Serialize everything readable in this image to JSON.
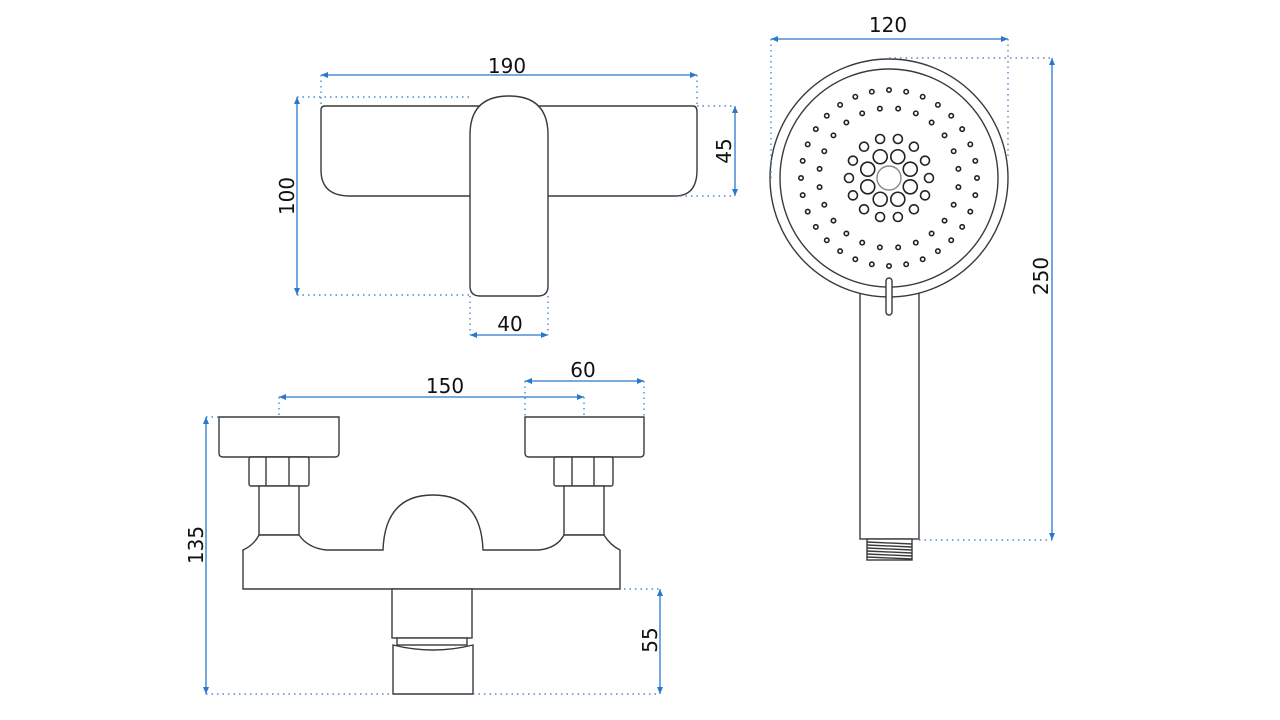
{
  "dimensions": {
    "top_width": "190",
    "top_height": "100",
    "top_body_height": "45",
    "handle_width": "40",
    "inlet_spacing": "150",
    "knob_width": "60",
    "front_height": "135",
    "outlet_height": "55",
    "shower_head_diameter": "120",
    "shower_length": "250"
  },
  "colors": {
    "dimension_line": "#2a78c8",
    "outline": "#3a3a3a"
  }
}
